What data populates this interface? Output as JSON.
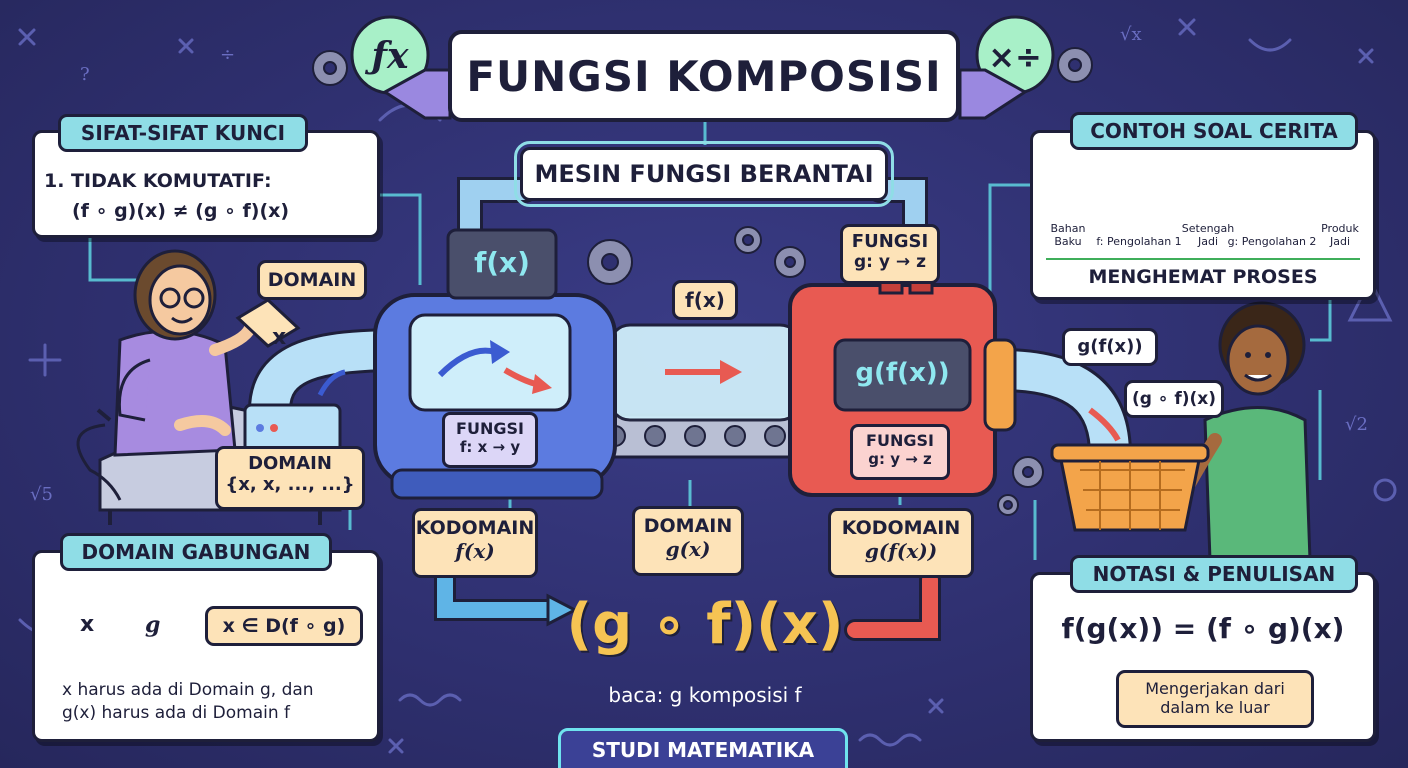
{
  "title": "FUNGSI KOMPOSISI",
  "subtitle": "MESIN FUNGSI BERANTAI",
  "footer": "STUDI MATEMATIKA",
  "icons": {
    "left_badge": "fx-icon",
    "right_badge": "math-operators-icon"
  },
  "sifat": {
    "heading": "SIFAT-SIFAT KUNCI",
    "line1": "1. TIDAK KOMUTATIF:",
    "line2": "(f ∘ g)(x) ≠ (g ∘ f)(x)"
  },
  "domain_gabungan": {
    "heading": "DOMAIN GABUNGAN",
    "circle_x": "x",
    "circle_g": "g",
    "membership": "x ∈ D(f ∘ g)",
    "note1": "x harus ada di Domain g, dan",
    "note2": "g(x) harus ada di Domain f"
  },
  "machine": {
    "domain_label": "DOMAIN",
    "card_x": "x",
    "domain_set_title": "DOMAIN",
    "domain_set": "{x, x, ..., ...}",
    "f_screen": "f(x)",
    "f_label_title": "FUNGSI",
    "f_label_map": "f: x → y",
    "belt_label": "f(x)",
    "g_top_title": "FUNGSI",
    "g_top_map": "g: y → z",
    "g_screen": "g(f(x))",
    "g_label_title": "FUNGSI",
    "g_label_map": "g: y → z",
    "kodomain_f_title": "KODOMAIN",
    "kodomain_f_value": "f(x)",
    "domain_g_title": "DOMAIN",
    "domain_g_value": "g(x)",
    "kodomain_g_title": "KODOMAIN",
    "kodomain_g_value": "g(f(x))",
    "output1": "g(f(x))",
    "output2": "(g ∘ f)(x)"
  },
  "composition": {
    "formula": "(g ∘ f)(x)",
    "read": "baca: g komposisi f"
  },
  "contoh": {
    "heading": "CONTOH SOAL CERITA",
    "steps": [
      {
        "label1": "Bahan",
        "label2": "Baku"
      },
      {
        "label1": "f: Pengolahan 1",
        "label2": ""
      },
      {
        "label1": "Setengah",
        "label2": "Jadi"
      },
      {
        "label1": "g: Pengolahan 2",
        "label2": ""
      },
      {
        "label1": "Produk",
        "label2": "Jadi"
      }
    ],
    "summary": "MENGHEMAT PROSES"
  },
  "notasi": {
    "heading": "NOTASI & PENULISAN",
    "formula": "f(g(x)) = (f ∘ g)(x)",
    "note1": "Mengerjakan dari",
    "note2": "dalam ke luar"
  },
  "colors": {
    "background": "#2f3070",
    "tag": "#8fdde6",
    "label": "#fde3b8",
    "machine_f": "#5c7be0",
    "machine_g": "#e85a52",
    "pipe": "#9fd0f0",
    "orange": "#f3a44a"
  }
}
